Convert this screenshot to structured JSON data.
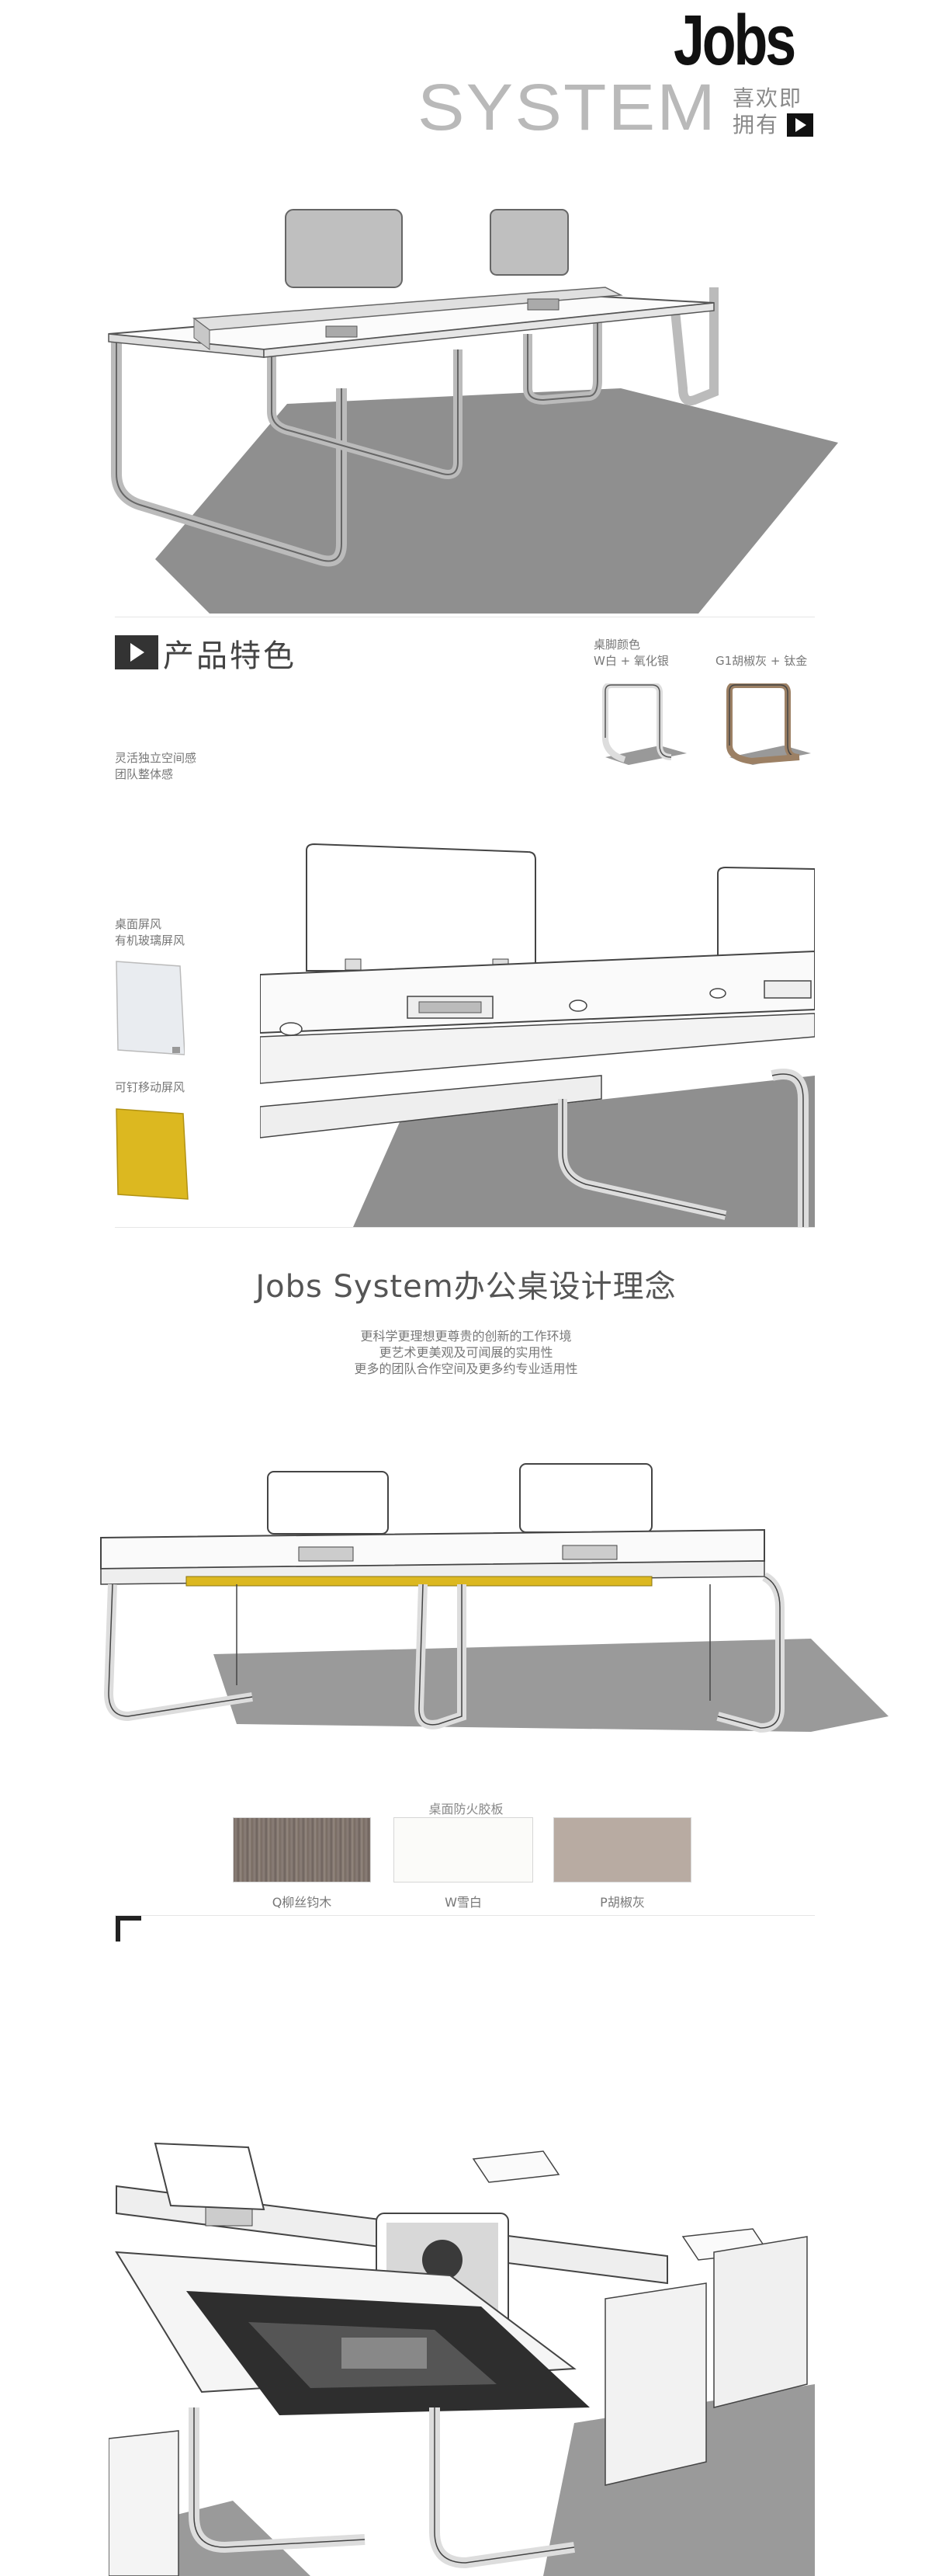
{
  "header": {
    "brand_jobs": "Jobs",
    "brand_system": "SYSTEM",
    "tagline_line1": "喜欢即",
    "tagline_line2": "拥有"
  },
  "features": {
    "section_title": "产品特色",
    "desc_line1": "灵活独立空间感",
    "desc_line2": "团队整体感",
    "leg_color_title": "桌脚颜色",
    "leg_option_1": "W白 + 氧化银",
    "leg_option_2": "G1胡椒灰 + 钛金",
    "screen_label_1": "桌面屏风",
    "screen_label_2": "有机玻璃屏风",
    "screen_label_3": "可钉移动屏风"
  },
  "concept": {
    "title": "Jobs System办公桌设计理念",
    "line1": "更科学更理想更尊贵的创新的工作环境",
    "line2": "更艺术更美观及可闻展的实用性",
    "line3": "更多的团队合作空间及更多约专业适用性"
  },
  "finishes": {
    "title": "桌面防火胶板",
    "items": [
      {
        "label": "Q柳丝钧木",
        "color": "#7d716a"
      },
      {
        "label": "W雪白",
        "color": "#fbfbf9"
      },
      {
        "label": "P胡椒灰",
        "color": "#b8aba2"
      }
    ]
  },
  "colors": {
    "screen_yellow": "#dcb820",
    "screen_white": "#e9ecf0",
    "shadow": "#8f8f8f",
    "accent_dark": "#111111"
  },
  "icons": {
    "play": "play-icon",
    "corner": "corner-bracket-icon"
  }
}
